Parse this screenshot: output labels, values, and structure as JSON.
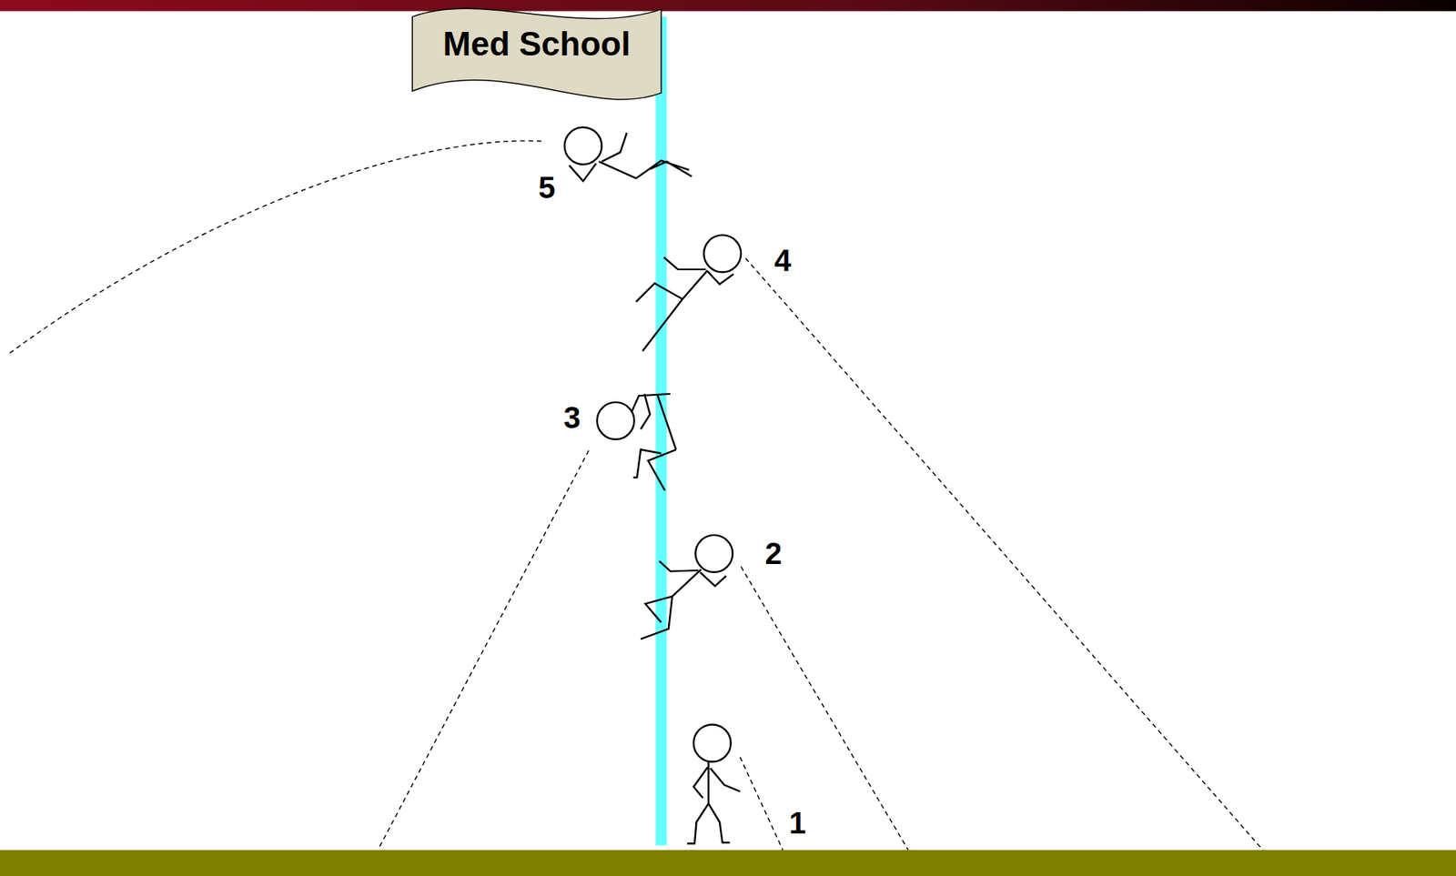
{
  "diagram": {
    "nodes": [
      {
        "text": [
          "Med School"
        ]
      }
    ],
    "labels": [
      "5",
      "4",
      "3",
      "2",
      "1"
    ]
  }
}
